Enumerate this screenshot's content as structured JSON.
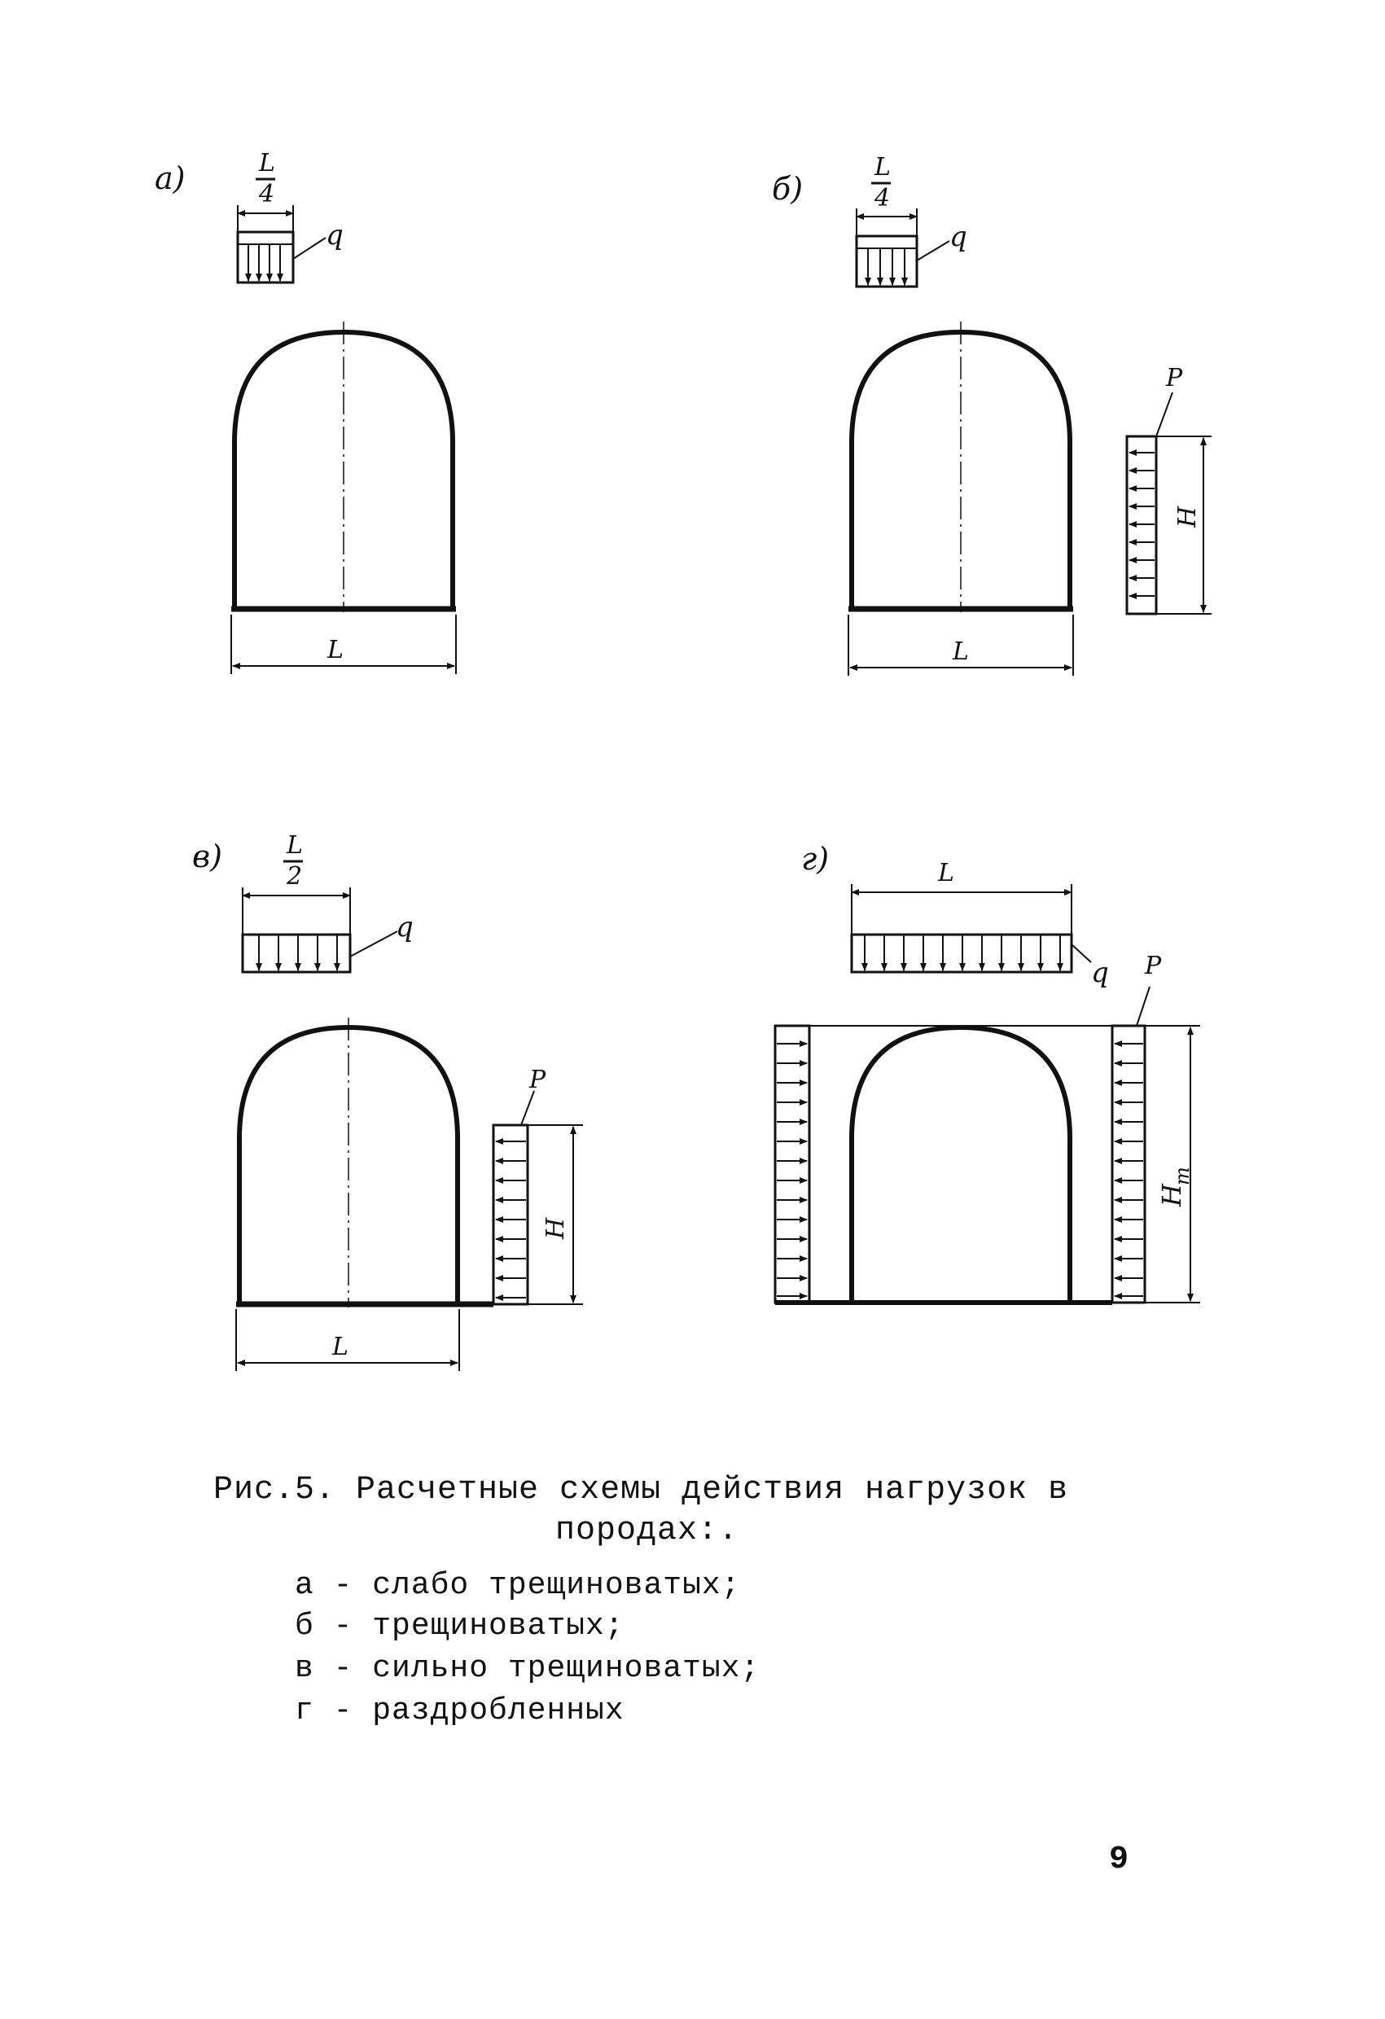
{
  "figure": {
    "panels": [
      {
        "id": "a",
        "letter": "а)",
        "top_width": "L",
        "top_div": "4",
        "q": "q",
        "span": "L"
      },
      {
        "id": "b",
        "letter": "б)",
        "top_width": "L",
        "top_div": "4",
        "q": "q",
        "p": "P",
        "h": "H",
        "span": "L"
      },
      {
        "id": "v",
        "letter": "в)",
        "top_width": "L",
        "top_div": "2",
        "q": "q",
        "p": "P",
        "h": "H",
        "span": "L"
      },
      {
        "id": "g",
        "letter": "г)",
        "top_width": "L",
        "q": "q",
        "p": "P",
        "ht_main": "H",
        "ht_sub": "т"
      }
    ]
  },
  "caption": {
    "line1": "Рис.5. Расчетные схемы действия нагрузок в",
    "line2": "породах:.",
    "items": [
      "а - слабо трещиноватых;",
      "б - трещиноватых;",
      "в - сильно трещиноватых;",
      "г - раздробленных"
    ]
  },
  "page_number": "9",
  "colors": {
    "ink": "#111111",
    "paper": "#ffffff"
  }
}
